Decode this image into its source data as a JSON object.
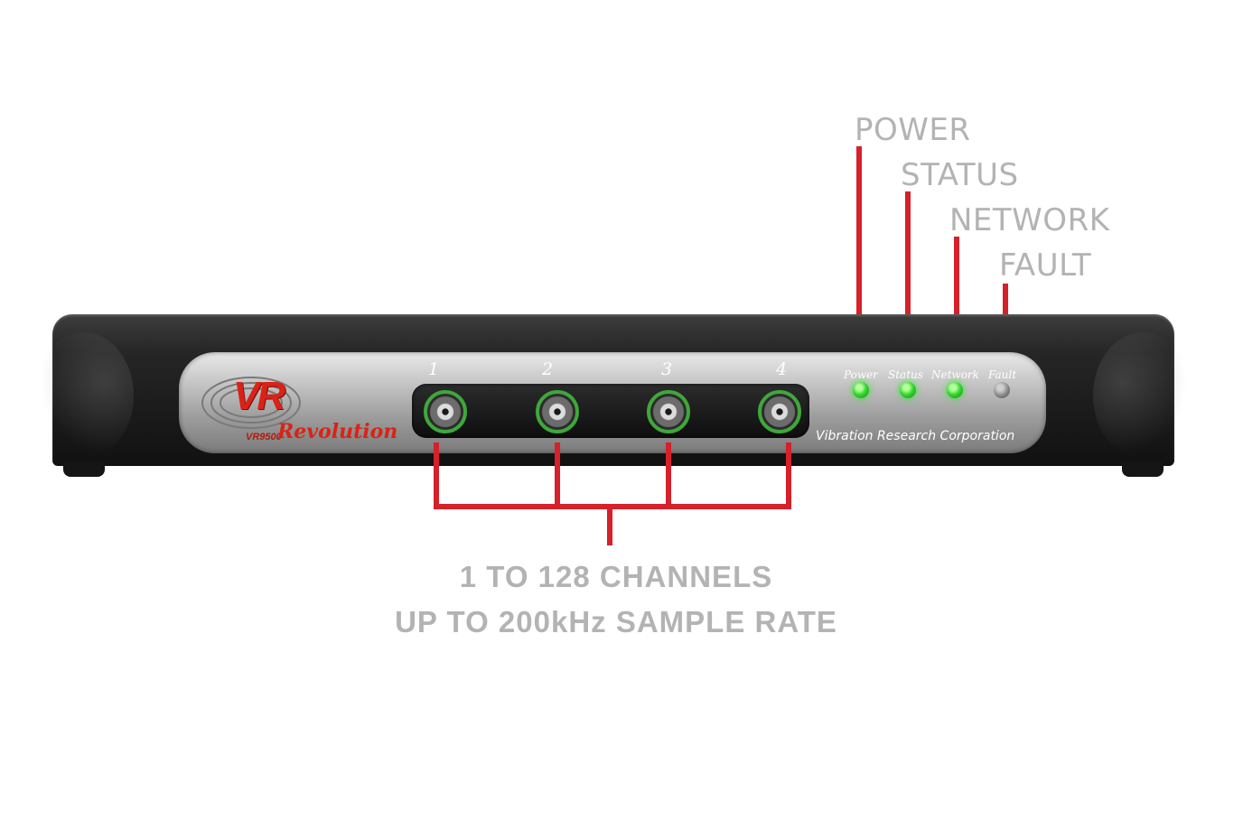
{
  "callouts": {
    "power": "POWER",
    "status": "STATUS",
    "network": "NETWORK",
    "fault": "FAULT"
  },
  "caption": {
    "line1": "1 TO 128 CHANNELS",
    "line2": "UP TO 200kHz SAMPLE RATE"
  },
  "device": {
    "logo": "VR",
    "model": "VR9500",
    "product": "Revolution",
    "company": "Vibration Research Corporation",
    "channels": [
      "1",
      "2",
      "3",
      "4"
    ],
    "leds": [
      {
        "label": "Power",
        "state": "on"
      },
      {
        "label": "Status",
        "state": "on"
      },
      {
        "label": "Network",
        "state": "on"
      },
      {
        "label": "Fault",
        "state": "off"
      }
    ]
  },
  "colors": {
    "callout_line": "#d6202a",
    "callout_text": "#b3b3b3",
    "led_on": "#2fd52c",
    "connector_ring": "#3ea83a"
  }
}
